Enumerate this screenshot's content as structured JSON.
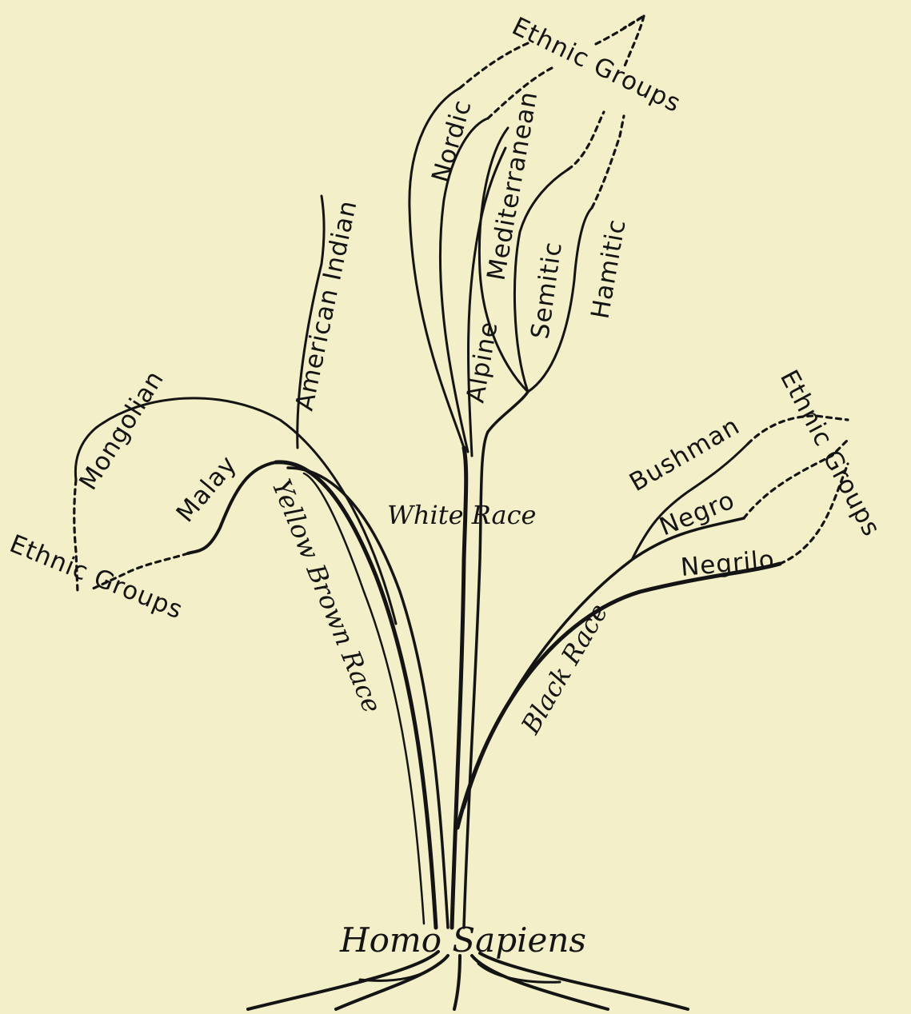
{
  "labels": {
    "root": "Homo Sapiens",
    "white_race": "White Race",
    "nordic": "Nordic",
    "mediterranean": "Mediterranean",
    "alpine": "Alpine",
    "semitic": "Semitic",
    "hamitic": "Hamitic",
    "ethnic_groups_top": "Ethnic Groups",
    "american_indian": "American Indian",
    "mongolian": "Mongolian",
    "malay": "Malay",
    "yellow_brown_race": "Yellow Brown Race",
    "ethnic_groups_left": "Ethnic Groups",
    "bushman": "Bushman",
    "negro": "Negro",
    "negrilo": "Negrilo",
    "black_race": "Black Race",
    "ethnic_groups_right": "Ethnic Groups"
  },
  "colors": {
    "background": "#f3efc8",
    "ink": "#141414"
  }
}
